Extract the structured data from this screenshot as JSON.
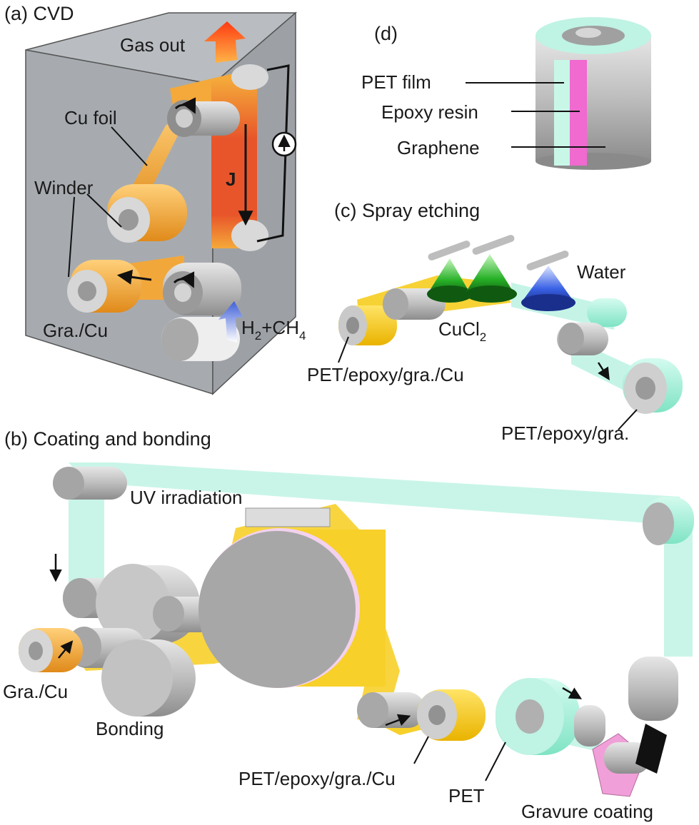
{
  "panels": {
    "a": {
      "title": "(a) CVD",
      "gas_out": "Gas out",
      "cu_foil": "Cu foil",
      "winder": "Winder",
      "gra_cu": "Gra./Cu",
      "current": "J",
      "gas_h2": "H",
      "gas_h2_sub": "2",
      "gas_plus_ch": "+CH",
      "gas_ch4_sub": "4"
    },
    "b": {
      "title": "(b) Coating and bonding",
      "uv": "UV irradiation",
      "gra_cu": "Gra./Cu",
      "bonding": "Bonding",
      "pet_epoxy_gra_cu": "PET/epoxy/gra./Cu",
      "pet": "PET",
      "gravure": "Gravure coating"
    },
    "c": {
      "title": "(c) Spray etching",
      "water": "Water",
      "cucl": "CuCl",
      "cucl_sub": "2",
      "pet_epoxy_gra_cu": "PET/epoxy/gra./Cu",
      "pet_epoxy_gra": "PET/epoxy/gra."
    },
    "d": {
      "title": "(d)",
      "pet_film": "PET film",
      "epoxy_resin": "Epoxy resin",
      "graphene": "Graphene"
    }
  },
  "colors": {
    "cu_foil": "#f4a93a",
    "hot_zone": "#e8552a",
    "roller": "#b8b8b8",
    "pet_film": "#a8f0dc",
    "epoxy": "#f06ad0",
    "yellow_film": "#f7d02a",
    "cucl2_spray": "#2bb52b",
    "water_spray": "#2a5be0",
    "chamber": "#9fa3a8"
  }
}
